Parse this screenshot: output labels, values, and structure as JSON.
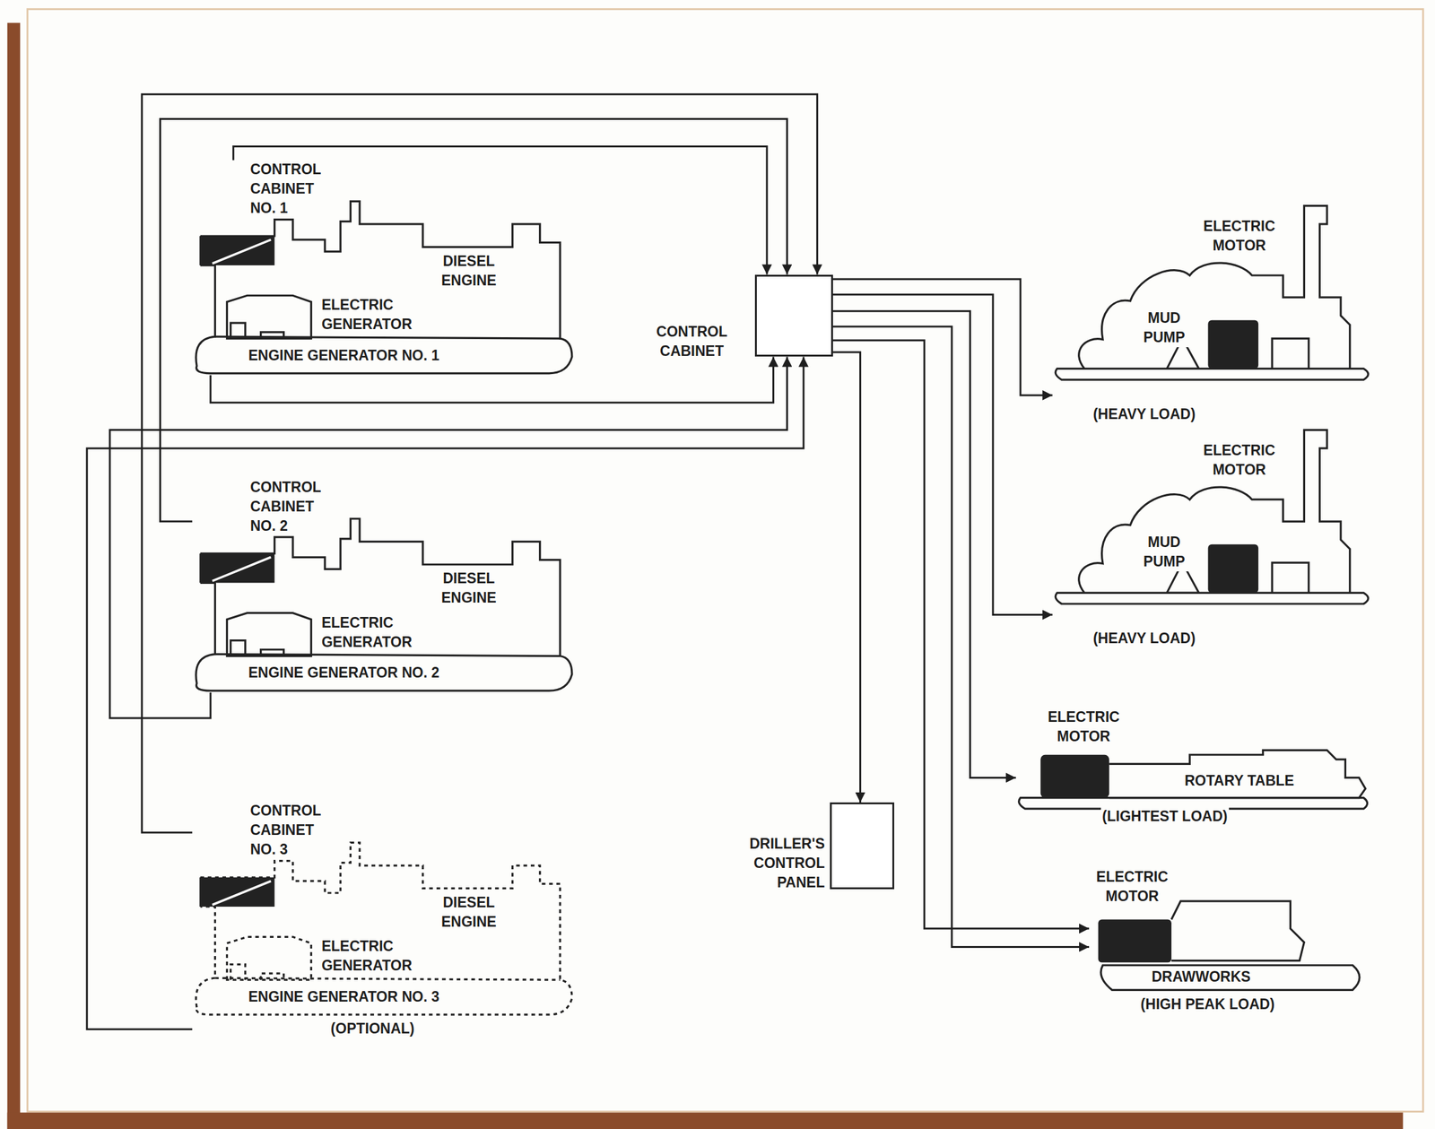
{
  "diagram": {
    "nodes": [
      {
        "text": [
          "CONTROL CABINET NO. 1",
          "DIESEL ENGINE",
          "ELECTRIC GENERATOR",
          "ENGINE GENERATOR NO. 1"
        ]
      },
      {
        "text": [
          "CONTROL CABINET NO. 2",
          "DIESEL ENGINE",
          "ELECTRIC GENERATOR",
          "ENGINE GENERATOR NO. 2"
        ]
      },
      {
        "text": [
          "CONTROL CABINET NO. 3",
          "DIESEL ENGINE",
          "ELECTRIC GENERATOR",
          "ENGINE GENERATOR NO. 3",
          "(OPTIONAL)"
        ]
      },
      {
        "text": [
          "CONTROL CABINET"
        ]
      },
      {
        "text": [
          "ELECTRIC MOTOR",
          "MUD PUMP",
          "(HEAVY LOAD)"
        ]
      },
      {
        "text": [
          "ELECTRIC MOTOR",
          "MUD PUMP",
          "(HEAVY LOAD)"
        ]
      },
      {
        "text": [
          "ELECTRIC MOTOR",
          "ROTARY TABLE",
          "(LIGHTEST LOAD)"
        ]
      },
      {
        "text": [
          "DRILLER'S CONTROL PANEL"
        ]
      },
      {
        "text": [
          "ELECTRIC MOTOR",
          "DRAWWORKS",
          "(HIGH PEAK LOAD)"
        ]
      }
    ],
    "edges": [
      {
        "from": 0,
        "to": 3,
        "arrow": "to"
      },
      {
        "from": 0,
        "to": 3,
        "arrow": "to"
      },
      {
        "from": 1,
        "to": 3,
        "arrow": "to"
      },
      {
        "from": 1,
        "to": 3,
        "arrow": "to"
      },
      {
        "from": 2,
        "to": 3,
        "arrow": "to"
      },
      {
        "from": 2,
        "to": 3,
        "arrow": "to"
      },
      {
        "from": 3,
        "to": 4,
        "arrow": "to"
      },
      {
        "from": 3,
        "to": 5,
        "arrow": "to"
      },
      {
        "from": 3,
        "to": 6,
        "arrow": "to"
      },
      {
        "from": 3,
        "to": 7,
        "arrow": "to"
      },
      {
        "from": 3,
        "to": 8,
        "arrow": "to"
      },
      {
        "from": 3,
        "to": 8,
        "arrow": "to"
      }
    ]
  }
}
